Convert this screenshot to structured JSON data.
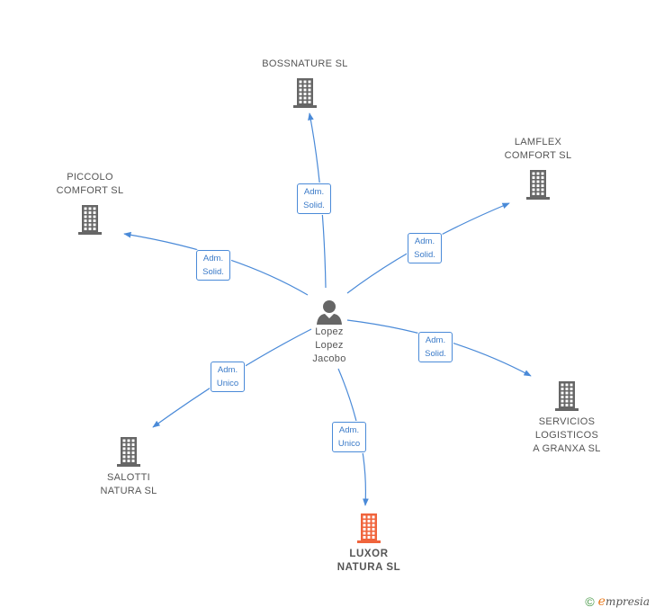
{
  "colors": {
    "edge": "#4a8ad8",
    "company_icon": "#666666",
    "main_icon": "#f0643c",
    "person_icon": "#666666"
  },
  "person": {
    "name_lines": [
      "Lopez",
      "Lopez",
      "Jacobo"
    ],
    "icon": "person-icon"
  },
  "companies": {
    "bossnature": {
      "name_lines": [
        "BOSSNATURE SL"
      ],
      "icon": "building-icon"
    },
    "lamflex": {
      "name_lines": [
        "LAMFLEX",
        "COMFORT SL"
      ],
      "icon": "building-icon"
    },
    "piccolo": {
      "name_lines": [
        "PICCOLO",
        "COMFORT SL"
      ],
      "icon": "building-icon"
    },
    "servicios": {
      "name_lines": [
        "SERVICIOS",
        "LOGISTICOS",
        "A GRANXA SL"
      ],
      "icon": "building-icon"
    },
    "salotti": {
      "name_lines": [
        "SALOTTI",
        "NATURA SL"
      ],
      "icon": "building-icon"
    },
    "luxor": {
      "name_lines": [
        "LUXOR",
        "NATURA SL"
      ],
      "icon": "building-icon",
      "highlighted": true
    }
  },
  "edges": {
    "bossnature": [
      "Adm.",
      "Solid."
    ],
    "lamflex": [
      "Adm.",
      "Solid."
    ],
    "piccolo": [
      "Adm.",
      "Solid."
    ],
    "servicios": [
      "Adm.",
      "Solid."
    ],
    "salotti": [
      "Adm.",
      "Unico"
    ],
    "luxor": [
      "Adm.",
      "Unico"
    ]
  },
  "footer": {
    "copyright": "©",
    "brand_initial": "e",
    "brand_rest": "mpresia"
  }
}
